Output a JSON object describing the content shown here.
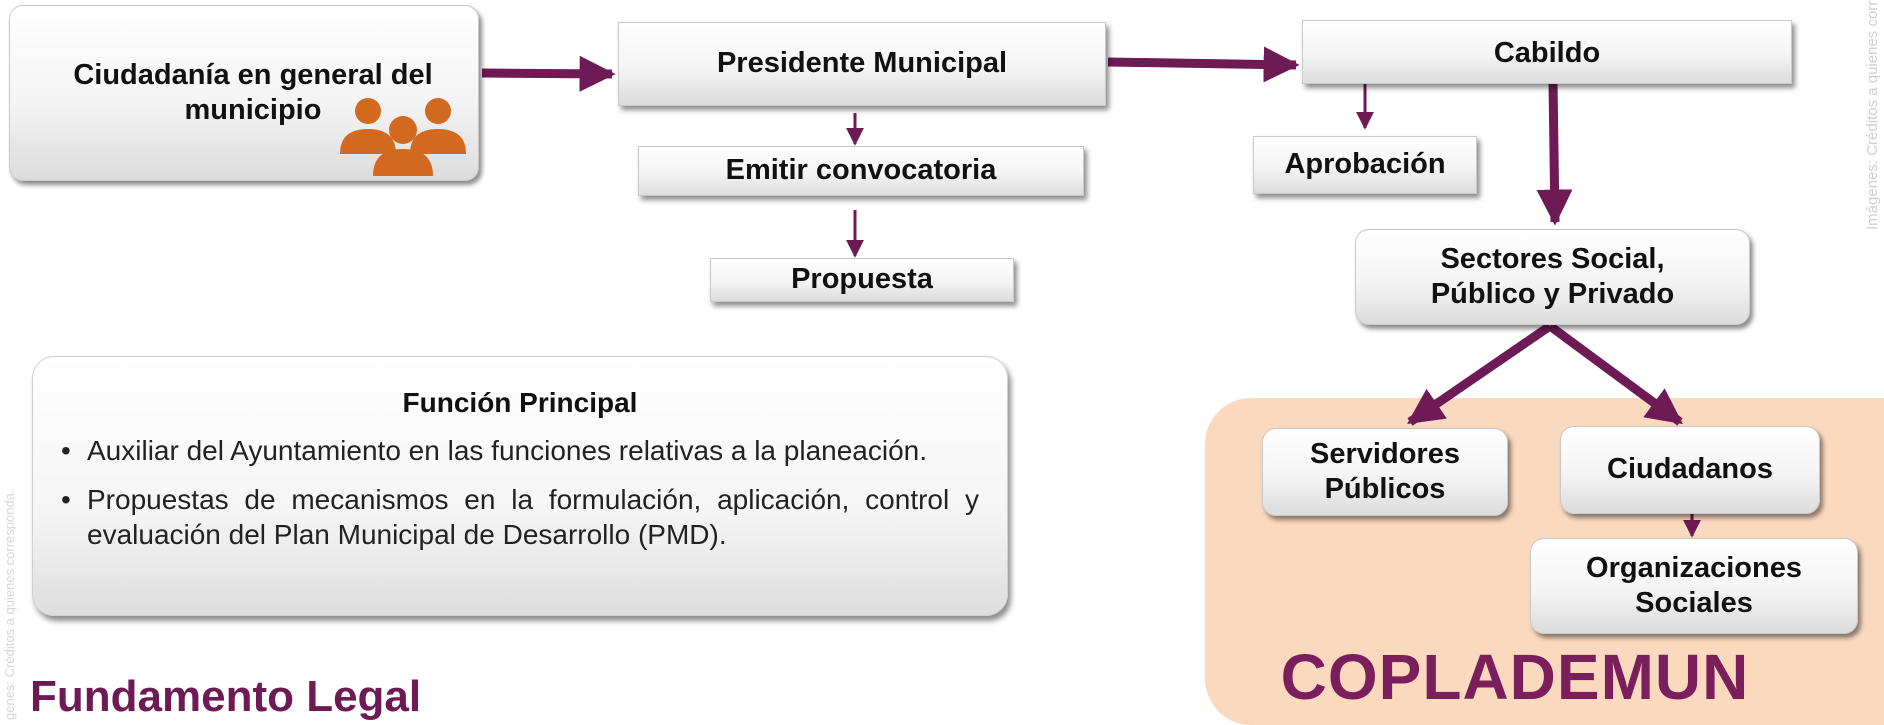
{
  "nodes": {
    "ciudadania": "Ciudadanía en general del municipio",
    "presidente": "Presidente Municipal",
    "convocatoria": "Emitir convocatoria",
    "propuesta": "Propuesta",
    "cabildo": "Cabildo",
    "aprobacion": "Aprobación",
    "sectores": "Sectores Social, Público y Privado",
    "servidores": "Servidores Públicos",
    "ciudadanos": "Ciudadanos",
    "organizaciones": "Organizaciones Sociales"
  },
  "copla_title": "COPLADEMUN",
  "funcion": {
    "title": "Función Principal",
    "bullet": "•",
    "items": [
      "Auxiliar del Ayuntamiento en las funciones relativas a la planeación.",
      "Propuestas de mecanismos en la formulación, aplicación, control y evaluación del Plan Municipal  de Desarrollo (PMD)."
    ]
  },
  "fundamento": "Fundamento  Legal",
  "credit": "Imágenes: Créditos a quienes  corresponda.",
  "credit_left": "genes: Créditos a quienes  corresponda.",
  "colors": {
    "arrow": "#6e1a55",
    "people_icon": "#d2691e",
    "copla_bg": "#fad9bf",
    "copla_text": "#7a1f5c"
  },
  "icons": [
    "people-group-icon"
  ]
}
